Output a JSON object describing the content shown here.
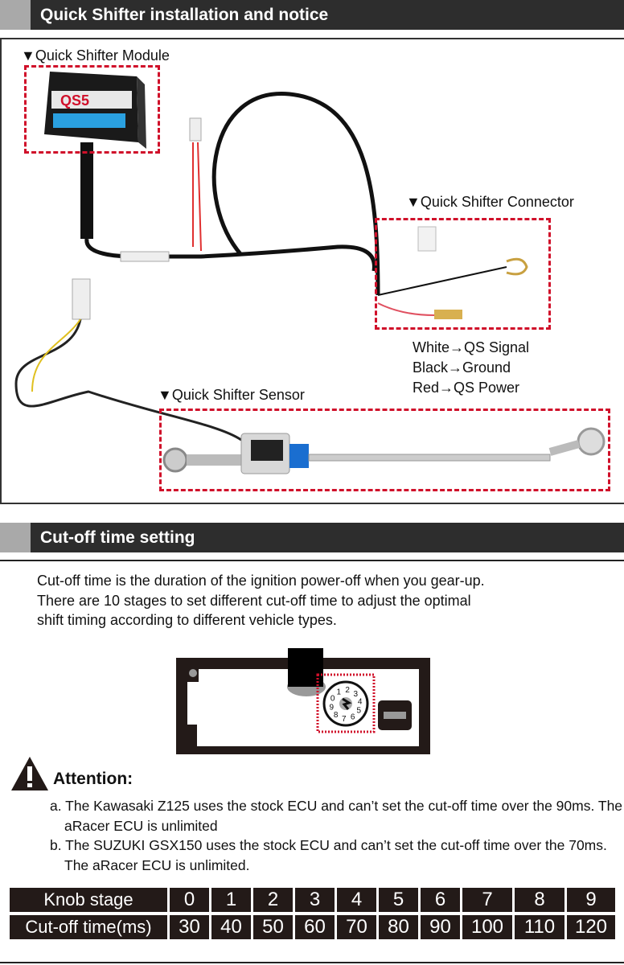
{
  "section1": {
    "title": "Quick Shifter installation and notice",
    "module_label": "▼Quick Shifter Module",
    "connector_label": "▼Quick Shifter Connector",
    "sensor_label": "▼Quick Shifter Sensor",
    "wiring": [
      "White→QS Signal",
      "Black→Ground",
      "Red→QS Power"
    ]
  },
  "section2": {
    "title": "Cut-off time setting",
    "paragraph": [
      "Cut-off time is the duration of the ignition power-off when you gear-up.",
      "There are 10 stages to set different cut-off time to adjust the optimal",
      "shift timing according to different vehicle types."
    ],
    "knob_digits": [
      "0",
      "1",
      "2",
      "3",
      "4",
      "5",
      "6",
      "7",
      "8",
      "9"
    ],
    "attention_title": "Attention:",
    "notes": [
      "a. The Kawasaki Z125 uses the stock ECU and can’t set the cut-off time over the 90ms. The aRacer ECU is unlimited",
      "b. The SUZUKI GSX150 uses the stock ECU and can’t set the cut-off time over the 70ms. The aRacer ECU is unlimited."
    ],
    "table": {
      "row_headers": [
        "Knob stage",
        "Cut-off time(ms)"
      ],
      "stages": [
        "0",
        "1",
        "2",
        "3",
        "4",
        "5",
        "6",
        "7",
        "8",
        "9"
      ],
      "times": [
        "30",
        "40",
        "50",
        "60",
        "70",
        "80",
        "90",
        "100",
        "110",
        "120"
      ]
    }
  },
  "colors": {
    "header_dark": "#2d2d2d",
    "header_gray": "#a9a9a9",
    "dash_red": "#d0102a",
    "table_bg": "#231a18"
  }
}
